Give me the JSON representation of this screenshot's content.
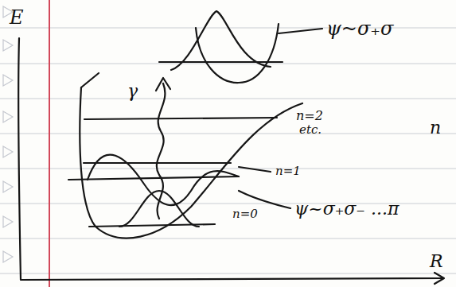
{
  "diagram": {
    "labels": [
      "E",
      "ψ~σ₊σ",
      "γ",
      "n=2",
      "etc.",
      "n",
      "n=1",
      "ψ~σ₊σ₋ ...π",
      "n=0",
      "R"
    ]
  }
}
